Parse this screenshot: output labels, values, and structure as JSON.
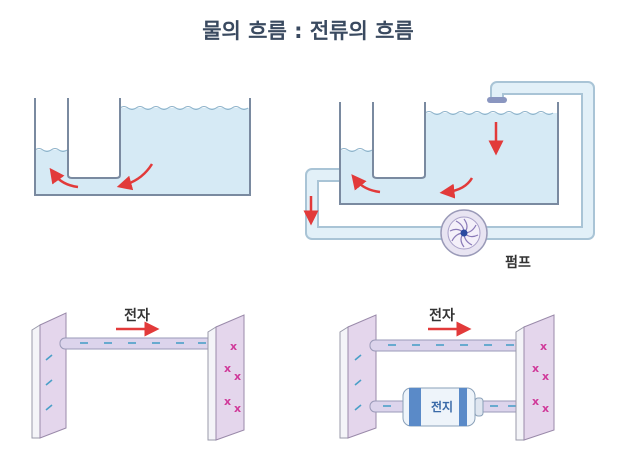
{
  "title": "물의 흐름 : 전류의 흐름",
  "labels": {
    "pump": "펌프",
    "electron_left": "전자",
    "electron_right": "전자",
    "battery": "전지",
    "positive_charge": "x"
  },
  "colors": {
    "arrow": "#e23a3a",
    "water": "#d6eaf5",
    "plate": "#e4d6ec",
    "title": "#3a4a60"
  }
}
